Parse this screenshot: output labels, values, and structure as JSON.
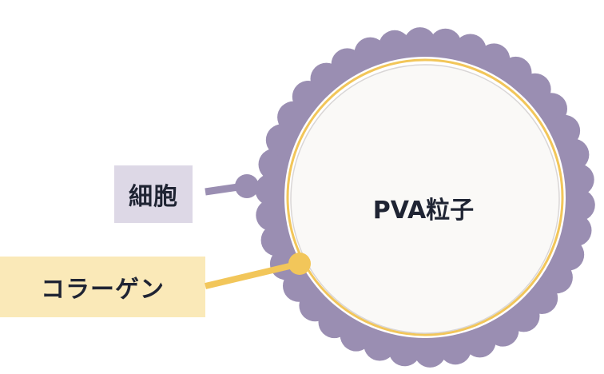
{
  "labels": {
    "cell": "細胞",
    "collagen": "コラーゲン",
    "particle": "PVA粒子"
  },
  "colors": {
    "cell_fill": "#9a8eb2",
    "cell_label_bg": "#ddd8e6",
    "collagen_stroke": "#f2c65a",
    "collagen_label_bg": "#fae9b8",
    "particle_fill": "#faf9f7",
    "particle_outline": "#d9d6d6",
    "text": "#1f2433"
  }
}
